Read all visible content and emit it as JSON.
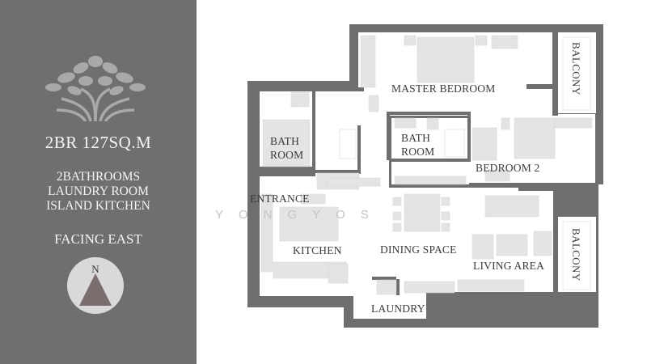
{
  "sidebar": {
    "title": "2BR 127SQ.M",
    "features": [
      "2BATHROOMS",
      "LAUNDRY ROOM",
      "ISLAND KITCHEN"
    ],
    "facing": "FACING EAST",
    "compass_label": "N",
    "logo_icon": "tree-icon",
    "compass_icon": "compass-icon"
  },
  "rooms": {
    "master_bedroom": "MASTER BEDROOM",
    "balcony_top": "BALCONY",
    "bath_room_left": [
      "BATH",
      "ROOM"
    ],
    "bath_room_center": [
      "BATH",
      "ROOM"
    ],
    "bedroom_2": "BEDROOM 2",
    "entrance": "ENTRANCE",
    "kitchen": "KITCHEN",
    "dining_space": "DINING SPACE",
    "living_area": "LIVING AREA",
    "balcony_bottom": "BALCONY",
    "laundry": "LAUNDRY"
  },
  "watermark": "YONGYOS",
  "colors": {
    "sidebar_bg": "#6f6f6f",
    "wall": "#6e6e6e",
    "furniture": "#e4e4e4",
    "floor": "#ffffff"
  }
}
